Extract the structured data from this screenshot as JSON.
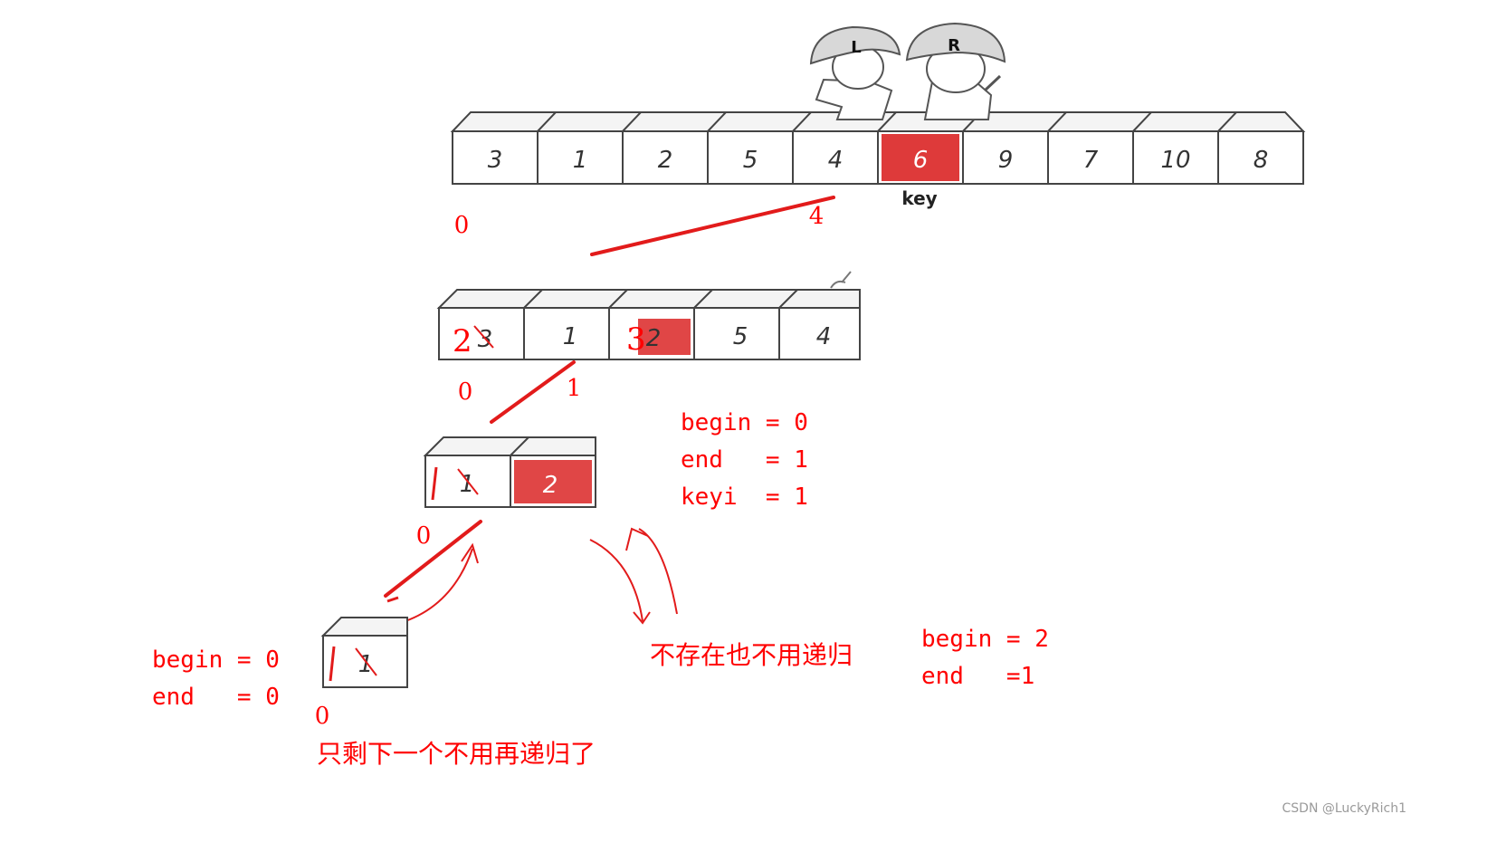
{
  "top_array": {
    "values": [
      "3",
      "1",
      "2",
      "5",
      "4",
      "6",
      "9",
      "7",
      "10",
      "8"
    ],
    "key_label": "key",
    "pointer_left": "L",
    "pointer_right": "R",
    "index_left": "0",
    "index_right": "4"
  },
  "level2_array": {
    "cells": [
      {
        "old": "3",
        "new": "2"
      },
      {
        "old": "1",
        "new": ""
      },
      {
        "old": "2",
        "new": "3"
      },
      {
        "old": "5",
        "new": ""
      },
      {
        "old": "4",
        "new": ""
      }
    ],
    "index_left": "0",
    "index_right": "1",
    "info": [
      "begin = 0",
      "end   = 1",
      "keyi  = 1"
    ]
  },
  "level3_array": {
    "cells": [
      "1",
      "2"
    ],
    "index_left": "0"
  },
  "level4_array": {
    "cells": [
      "1"
    ],
    "index": "0",
    "info": [
      "begin = 0",
      "end   = 0"
    ],
    "note": "只剩下一个不用再递归了"
  },
  "right_branch": {
    "note": "不存在也不用递归",
    "info": [
      "begin = 2",
      "end   =1"
    ]
  },
  "watermark": "CSDN @LuckyRich1",
  "colors": {
    "annotation": "#ff0000",
    "box_stroke": "#444444",
    "box_top": "#f4f4f4",
    "key_fill": "#d81818"
  }
}
